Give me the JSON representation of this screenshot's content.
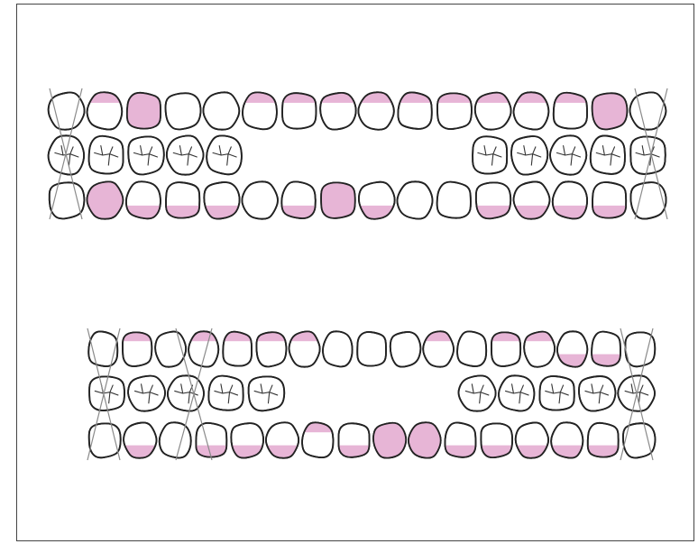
{
  "figure": {
    "background": "#ffffff",
    "outline_color": "#222222",
    "stain_color": "#e7b5d6",
    "cross_color": "#8a8a8a"
  },
  "charts": [
    {
      "name": "upper-arch",
      "rows": [
        {
          "name": "row-facial",
          "teeth": [
            {
              "stain": "none",
              "cracks": false
            },
            {
              "stain": "top",
              "cracks": false
            },
            {
              "stain": "full",
              "cracks": false
            },
            {
              "stain": "none",
              "cracks": false
            },
            {
              "stain": "none",
              "cracks": false
            },
            {
              "stain": "top",
              "cracks": false
            },
            {
              "stain": "top",
              "cracks": false
            },
            {
              "stain": "top",
              "cracks": false
            },
            {
              "stain": "top",
              "cracks": false
            },
            {
              "stain": "top",
              "cracks": false
            },
            {
              "stain": "top",
              "cracks": false
            },
            {
              "stain": "top",
              "cracks": false
            },
            {
              "stain": "top",
              "cracks": false
            },
            {
              "stain": "top",
              "cracks": false
            },
            {
              "stain": "full",
              "cracks": false
            },
            {
              "stain": "none",
              "cracks": false
            }
          ]
        },
        {
          "name": "row-occlusal",
          "teeth": [
            {
              "stain": "none",
              "cracks": true
            },
            {
              "stain": "none",
              "cracks": true
            },
            {
              "stain": "none",
              "cracks": true
            },
            {
              "stain": "none",
              "cracks": true
            },
            {
              "stain": "none",
              "cracks": true
            },
            {
              "stain": "none",
              "cracks": true
            },
            {
              "stain": "none",
              "cracks": true
            },
            {
              "stain": "none",
              "cracks": true
            },
            {
              "stain": "none",
              "cracks": true
            },
            {
              "stain": "none",
              "cracks": true
            }
          ]
        },
        {
          "name": "row-lingual",
          "teeth": [
            {
              "stain": "none",
              "cracks": false
            },
            {
              "stain": "full",
              "cracks": false
            },
            {
              "stain": "bottom",
              "cracks": false
            },
            {
              "stain": "bottom",
              "cracks": false
            },
            {
              "stain": "bottom",
              "cracks": false
            },
            {
              "stain": "none",
              "cracks": false
            },
            {
              "stain": "bottom",
              "cracks": false
            },
            {
              "stain": "full",
              "cracks": false
            },
            {
              "stain": "bottom",
              "cracks": false
            },
            {
              "stain": "none",
              "cracks": false
            },
            {
              "stain": "none",
              "cracks": false
            },
            {
              "stain": "bottom",
              "cracks": false
            },
            {
              "stain": "bottom",
              "cracks": false
            },
            {
              "stain": "bottom",
              "cracks": false
            },
            {
              "stain": "bottom",
              "cracks": false
            },
            {
              "stain": "none",
              "cracks": false
            }
          ]
        }
      ],
      "crossed_positions": [
        "first",
        "last"
      ]
    },
    {
      "name": "lower-arch",
      "rows": [
        {
          "name": "row-lingual",
          "teeth": [
            {
              "stain": "none",
              "cracks": false
            },
            {
              "stain": "top",
              "cracks": false
            },
            {
              "stain": "none",
              "cracks": false
            },
            {
              "stain": "top",
              "cracks": false
            },
            {
              "stain": "top",
              "cracks": false
            },
            {
              "stain": "top",
              "cracks": false
            },
            {
              "stain": "top",
              "cracks": false
            },
            {
              "stain": "none",
              "cracks": false
            },
            {
              "stain": "none",
              "cracks": false
            },
            {
              "stain": "none",
              "cracks": false
            },
            {
              "stain": "top",
              "cracks": false
            },
            {
              "stain": "none",
              "cracks": false
            },
            {
              "stain": "top",
              "cracks": false
            },
            {
              "stain": "top",
              "cracks": false
            },
            {
              "stain": "bottom",
              "cracks": false
            },
            {
              "stain": "bottom",
              "cracks": false
            },
            {
              "stain": "none",
              "cracks": false
            }
          ]
        },
        {
          "name": "row-occlusal",
          "teeth": [
            {
              "stain": "none",
              "cracks": true
            },
            {
              "stain": "none",
              "cracks": true
            },
            {
              "stain": "none",
              "cracks": true
            },
            {
              "stain": "none",
              "cracks": true
            },
            {
              "stain": "none",
              "cracks": true
            },
            {
              "stain": "none",
              "cracks": true
            },
            {
              "stain": "none",
              "cracks": true
            },
            {
              "stain": "none",
              "cracks": true
            },
            {
              "stain": "none",
              "cracks": true
            },
            {
              "stain": "none",
              "cracks": true
            }
          ]
        },
        {
          "name": "row-facial",
          "teeth": [
            {
              "stain": "none",
              "cracks": false
            },
            {
              "stain": "bottom",
              "cracks": false
            },
            {
              "stain": "none",
              "cracks": false
            },
            {
              "stain": "bottom",
              "cracks": false
            },
            {
              "stain": "bottom",
              "cracks": false
            },
            {
              "stain": "bottom",
              "cracks": false
            },
            {
              "stain": "top",
              "cracks": false
            },
            {
              "stain": "bottom",
              "cracks": false
            },
            {
              "stain": "full",
              "cracks": false
            },
            {
              "stain": "full",
              "cracks": false
            },
            {
              "stain": "bottom",
              "cracks": false
            },
            {
              "stain": "bottom",
              "cracks": false
            },
            {
              "stain": "bottom",
              "cracks": false
            },
            {
              "stain": "bottom",
              "cracks": false
            },
            {
              "stain": "bottom",
              "cracks": false
            },
            {
              "stain": "none",
              "cracks": false
            }
          ]
        }
      ],
      "crossed_positions": [
        "first",
        "third",
        "last"
      ]
    }
  ]
}
